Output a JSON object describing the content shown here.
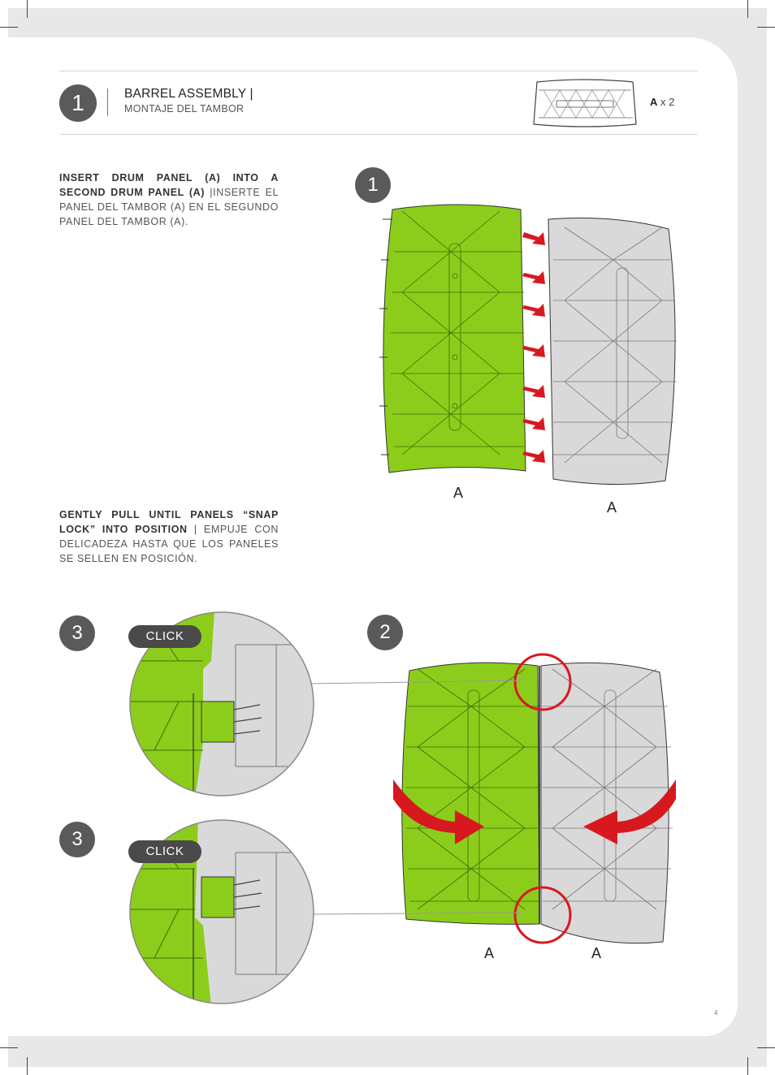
{
  "header": {
    "step_number": "1",
    "title": "BARREL ASSEMBLY |",
    "subtitle": "MONTAJE DEL TAMBOR",
    "part_letter": "A",
    "part_qty": "x 2"
  },
  "instructions": [
    {
      "bold": "INSERT DRUM PANEL (A) INTO A SECOND DRUM PANEL (A)",
      "text": " |INSERTE EL PANEL DEL TAMBOR (A) EN EL SEGUNDO PANEL DEL TAMBOR (A)."
    },
    {
      "bold": "GENTLY PULL UNTIL PANELS “SNAP LOCK” INTO POSITION",
      "text": " | EMPUJE CON DELICADEZA HASTA QUE LOS PANELES SE SELLEN EN POSICIÓN."
    }
  ],
  "figures": {
    "step1": {
      "number": "1",
      "label_left": "A",
      "label_right": "A"
    },
    "step2": {
      "number": "2",
      "label_left": "A",
      "label_right": "A"
    },
    "detail_top": {
      "number": "3",
      "click_label": "CLICK"
    },
    "detail_bottom": {
      "number": "3",
      "click_label": "CLICK"
    }
  },
  "colors": {
    "panel_green": "#8ccd1c",
    "panel_gray": "#d9d9d9",
    "arrow_red": "#d7191f",
    "badge_gray": "#5a5a5a"
  },
  "page_number": "4"
}
